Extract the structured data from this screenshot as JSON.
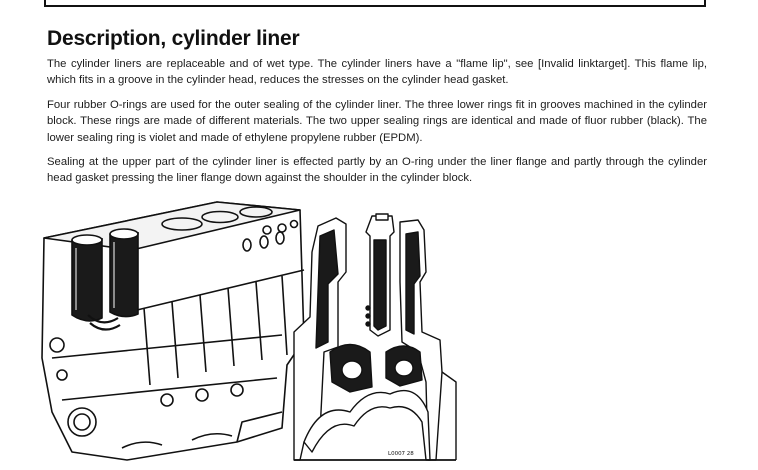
{
  "section": {
    "title": "Description, cylinder liner",
    "paragraphs": [
      "The cylinder liners are replaceable and of wet type. The cylinder liners have a \"flame lip\", see [Invalid linktarget]. This flame lip, which fits in a groove in the cylinder head, reduces the stresses on the cylinder head gasket.",
      "Four rubber O-rings are used for the outer sealing of the cylinder liner. The three lower rings fit in grooves machined in the cylinder block. These rings are made of different materials. The two upper sealing rings are identical and made of fluor rubber (black). The lower sealing ring is violet and made of ethylene propylene rubber (EPDM).",
      "Sealing at the upper part of the cylinder liner is effected partly by an O-ring under the liner flange and partly through the cylinder head gasket pressing the liner flange down against the shoulder in the cylinder block."
    ]
  },
  "figure": {
    "code": "L0007 28"
  }
}
